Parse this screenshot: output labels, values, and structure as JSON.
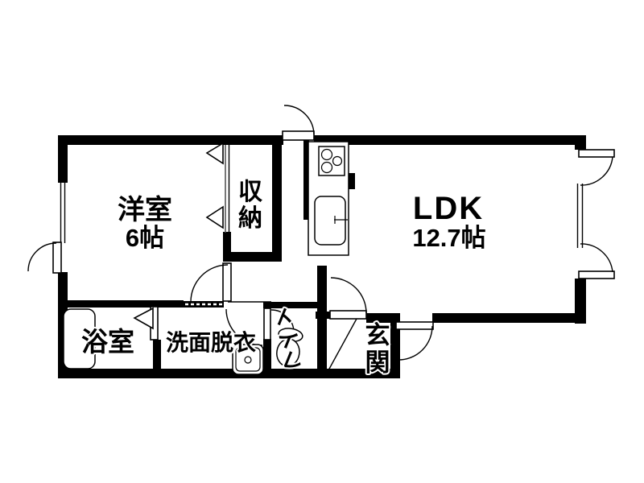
{
  "floorplan": {
    "title": "apartment-floor-plan",
    "rooms": {
      "western_room": {
        "label": "洋室",
        "size": "6帖"
      },
      "storage": {
        "label": "収納"
      },
      "ldk": {
        "label": "LDK",
        "size": "12.7帖"
      },
      "bathroom": {
        "label": "浴室"
      },
      "washroom": {
        "label": "洗面脱衣"
      },
      "toilet": {
        "label": "トイレ"
      },
      "entrance": {
        "label": "玄関"
      }
    },
    "colors": {
      "wall": "#000000",
      "background": "#ffffff"
    }
  }
}
